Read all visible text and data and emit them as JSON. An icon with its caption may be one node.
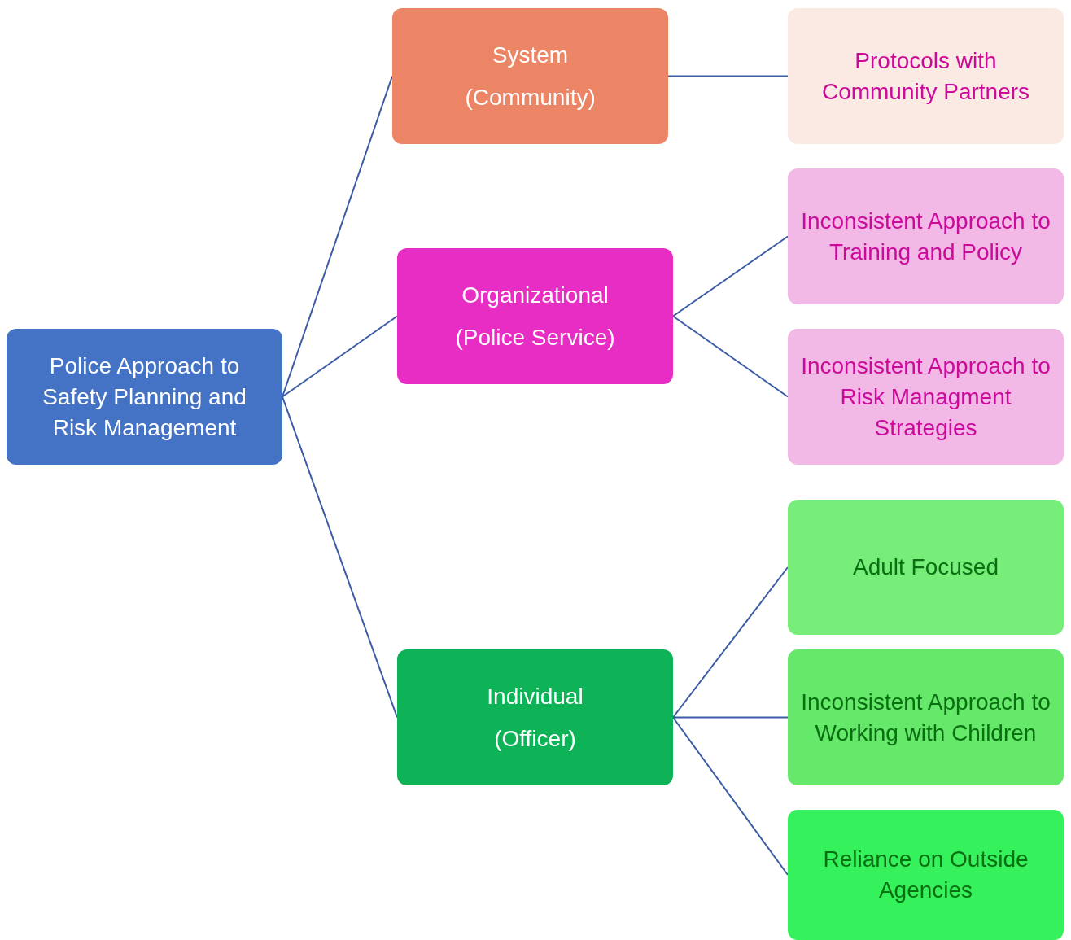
{
  "diagram": {
    "nodes": [
      {
        "text": [
          "Police Approach to Safety Planning and Risk Management"
        ]
      },
      {
        "text": [
          "System (Community)"
        ]
      },
      {
        "text": [
          "Organizational (Police Service)"
        ]
      },
      {
        "text": [
          "Individual (Officer)"
        ]
      },
      {
        "text": [
          "Protocols with Community Partners"
        ]
      },
      {
        "text": [
          "Inconsistent Approach to Training and Policy"
        ]
      },
      {
        "text": [
          "Inconsistent Approach to Risk Managment Strategies"
        ]
      },
      {
        "text": [
          "Adult Focused"
        ]
      },
      {
        "text": [
          "Inconsistent Approach to Working with Children"
        ]
      },
      {
        "text": [
          "Reliance on Outside Agencies"
        ]
      }
    ],
    "edges": [
      {
        "from": 0,
        "to": 1,
        "arrow": "none"
      },
      {
        "from": 0,
        "to": 2,
        "arrow": "none"
      },
      {
        "from": 0,
        "to": 3,
        "arrow": "none"
      },
      {
        "from": 1,
        "to": 4,
        "arrow": "none"
      },
      {
        "from": 2,
        "to": 5,
        "arrow": "none"
      },
      {
        "from": 2,
        "to": 6,
        "arrow": "none"
      },
      {
        "from": 3,
        "to": 7,
        "arrow": "none"
      },
      {
        "from": 3,
        "to": 8,
        "arrow": "none"
      },
      {
        "from": 3,
        "to": 9,
        "arrow": "none"
      }
    ]
  }
}
